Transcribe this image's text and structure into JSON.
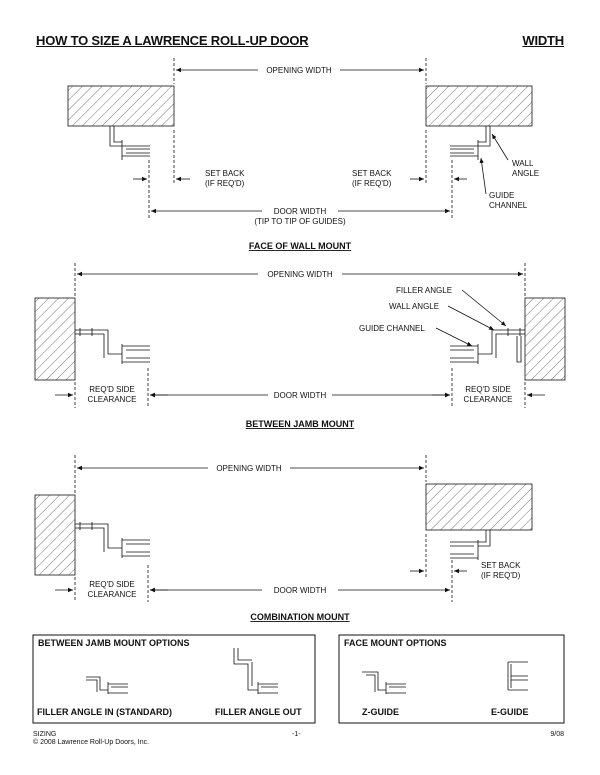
{
  "header": {
    "title": "HOW TO SIZE A LAWRENCE ROLL-UP DOOR",
    "section": "WIDTH"
  },
  "face_of_wall": {
    "caption": "FACE OF WALL MOUNT",
    "opening_width": "OPENING WIDTH",
    "set_back_left": [
      "SET BACK",
      "(IF REQ'D)"
    ],
    "set_back_right": [
      "SET BACK",
      "(IF REQ'D)"
    ],
    "wall_angle": [
      "WALL",
      "ANGLE"
    ],
    "guide_channel": [
      "GUIDE",
      "CHANNEL"
    ],
    "door_width": [
      "DOOR WIDTH",
      "(TIP TO TIP OF GUIDES)"
    ]
  },
  "between_jamb": {
    "caption": "BETWEEN JAMB MOUNT",
    "opening_width": "OPENING WIDTH",
    "filler_angle": "FILLER ANGLE",
    "wall_angle": "WALL ANGLE",
    "guide_channel": "GUIDE CHANNEL",
    "side_clearance_left": [
      "REQ'D SIDE",
      "CLEARANCE"
    ],
    "side_clearance_right": [
      "REQ'D SIDE",
      "CLEARANCE"
    ],
    "door_width": "DOOR WIDTH"
  },
  "combination": {
    "caption": "COMBINATION MOUNT",
    "opening_width": "OPENING WIDTH",
    "side_clearance": [
      "REQ'D SIDE",
      "CLEARANCE"
    ],
    "door_width": "DOOR WIDTH",
    "set_back": [
      "SET BACK",
      "(IF REQ'D)"
    ]
  },
  "options": {
    "between_jamb_title": "BETWEEN JAMB MOUNT OPTIONS",
    "filler_in": "FILLER ANGLE IN (STANDARD)",
    "filler_out": "FILLER ANGLE OUT",
    "face_title": "FACE MOUNT OPTIONS",
    "z_guide": "Z-GUIDE",
    "e_guide": "E-GUIDE"
  },
  "footer": {
    "left_1": "SIZING",
    "left_2": "© 2008 Lawrence Roll-Up Doors, Inc.",
    "page": "-1-",
    "date": "9/08"
  }
}
